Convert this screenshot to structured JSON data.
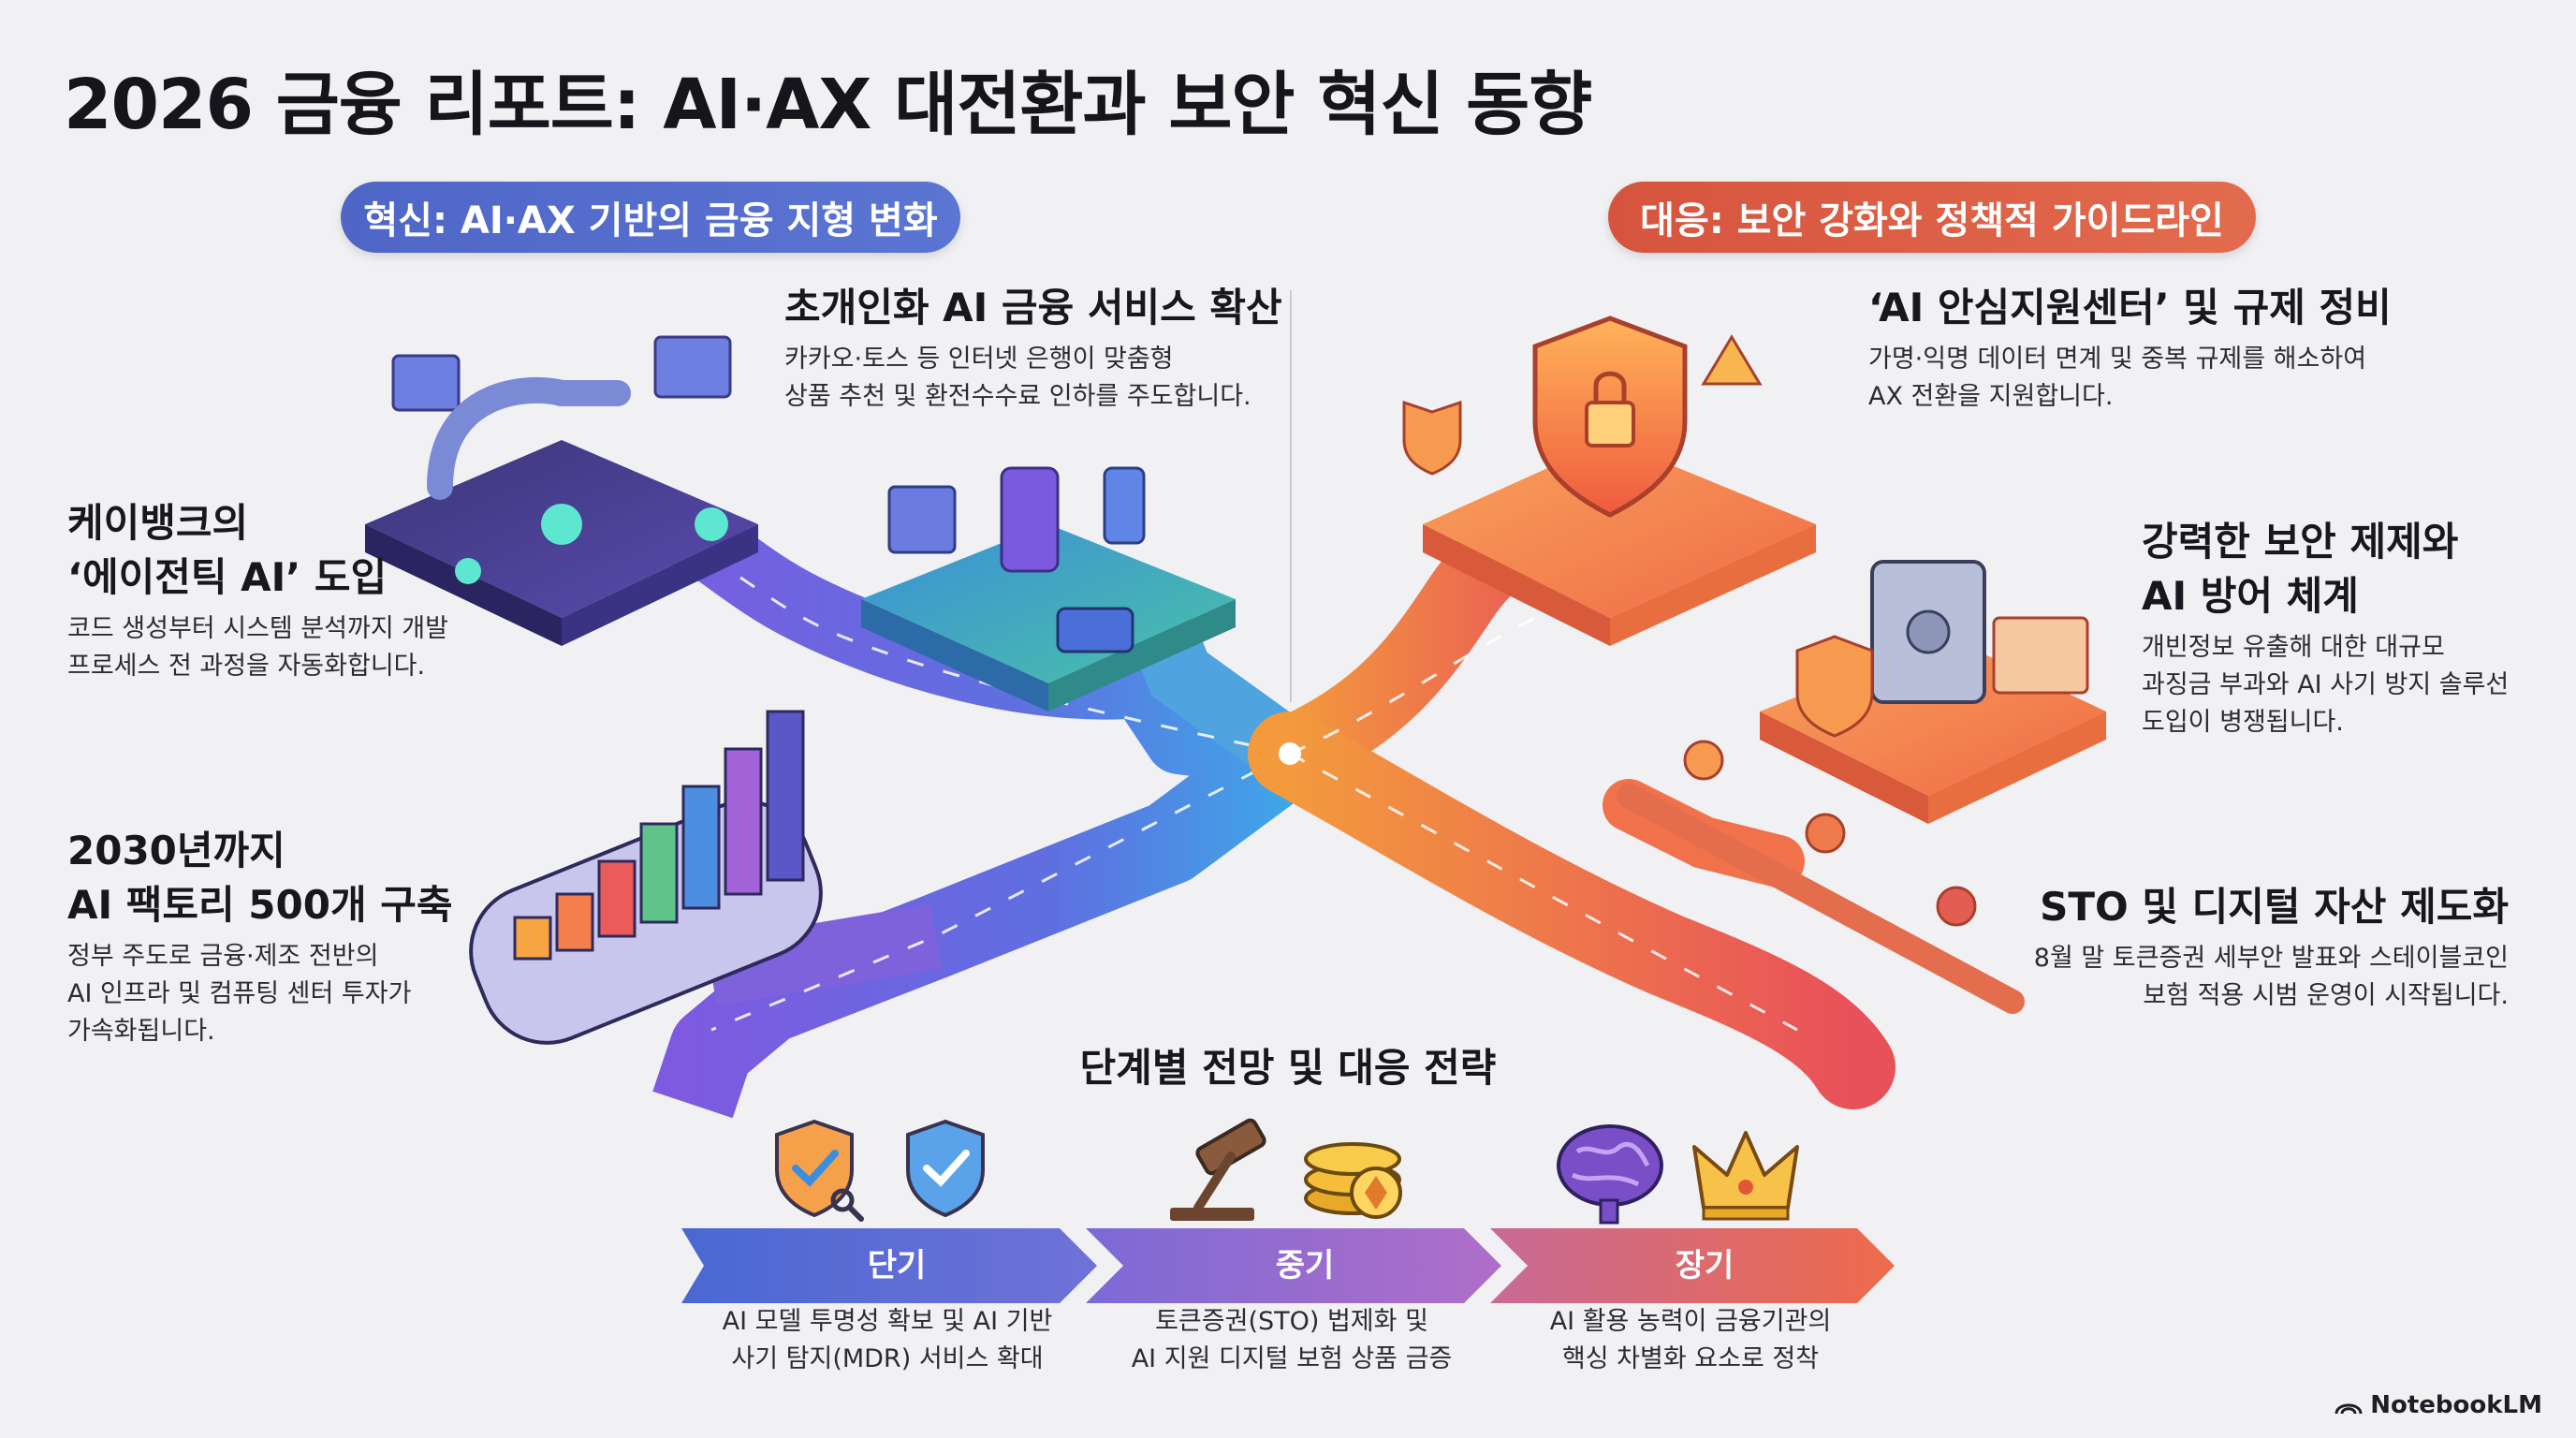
{
  "title": "2026 금융 리포트: AI·AX 대전환과 보안 혁신 동향",
  "left_header": "혁신: AI·AX 기반의 금융 지형 변화",
  "right_header": "대응: 보안 강화와 정책적 가이드라인",
  "sections": {
    "personalized": {
      "title": "초개인화 AI 금융 서비스 확산",
      "desc": [
        "카카오·토스 등 인터넷 은행이 맞춤형",
        "상품 추천 및 환전수수료 인하를 주도합니다."
      ]
    },
    "kbank": {
      "title": [
        "케이뱅크의",
        "‘에이전틱 AI’ 도입"
      ],
      "desc": [
        "코드 생성부터 시스템 분석까지 개발",
        "프로세스 전 과정을 자동화합니다."
      ]
    },
    "factory": {
      "title": [
        "2030년까지",
        "AI 팩토리 500개 구축"
      ],
      "desc": [
        "정부 주도로 금융·제조 전반의",
        "AI 인프라 및 컴퓨팅 센터 투자가",
        "가속화됩니다."
      ]
    },
    "center": {
      "title": "‘AI 안심지원센터’ 및 규제 정비",
      "desc": [
        "가명·익명 데이터 면계 및 중복 규제를 해소하여",
        "AX 전환을 지원합니다."
      ]
    },
    "security": {
      "title": [
        "강력한 보안 제제와",
        "AI 방어 체계"
      ],
      "desc": [
        "개빈정보 유출해 대한 대규모",
        "과징금 부과와 AI 사기 방지 솔루선",
        "도입이 병쟁됩니다."
      ]
    },
    "sto": {
      "title": "STO 및 디지털 자산 제도화",
      "desc": [
        "8월 말 토큰증권 세부안 발표와 스테이블코인",
        "보험 적용 시범 운영이 시작됩니다."
      ]
    }
  },
  "strategy": {
    "title": "단계별 전망 및 대응 전략",
    "stages": [
      {
        "label": "단기",
        "desc": [
          "AI 모델 투명성 확보 및 AI 기반",
          "사기 탐지(MDR) 서비스 확대"
        ],
        "icons": [
          "shield-magnifier-icon",
          "shield-check-icon"
        ],
        "color": "#5a6fd0"
      },
      {
        "label": "중기",
        "desc": [
          "토큰증권(STO) 법제화 및",
          "AI 지원 디지털 보험 상품 금증"
        ],
        "icons": [
          "gavel-icon",
          "coin-stack-icon"
        ],
        "color": "#9a62c8"
      },
      {
        "label": "장기",
        "desc": [
          "AI 활용 농력이 금융기관의",
          "핵싱 차별화 요소로 정착"
        ],
        "icons": [
          "brain-icon",
          "crown-icon"
        ],
        "color": "#d8614f"
      }
    ]
  },
  "logo": "NotebookLM"
}
